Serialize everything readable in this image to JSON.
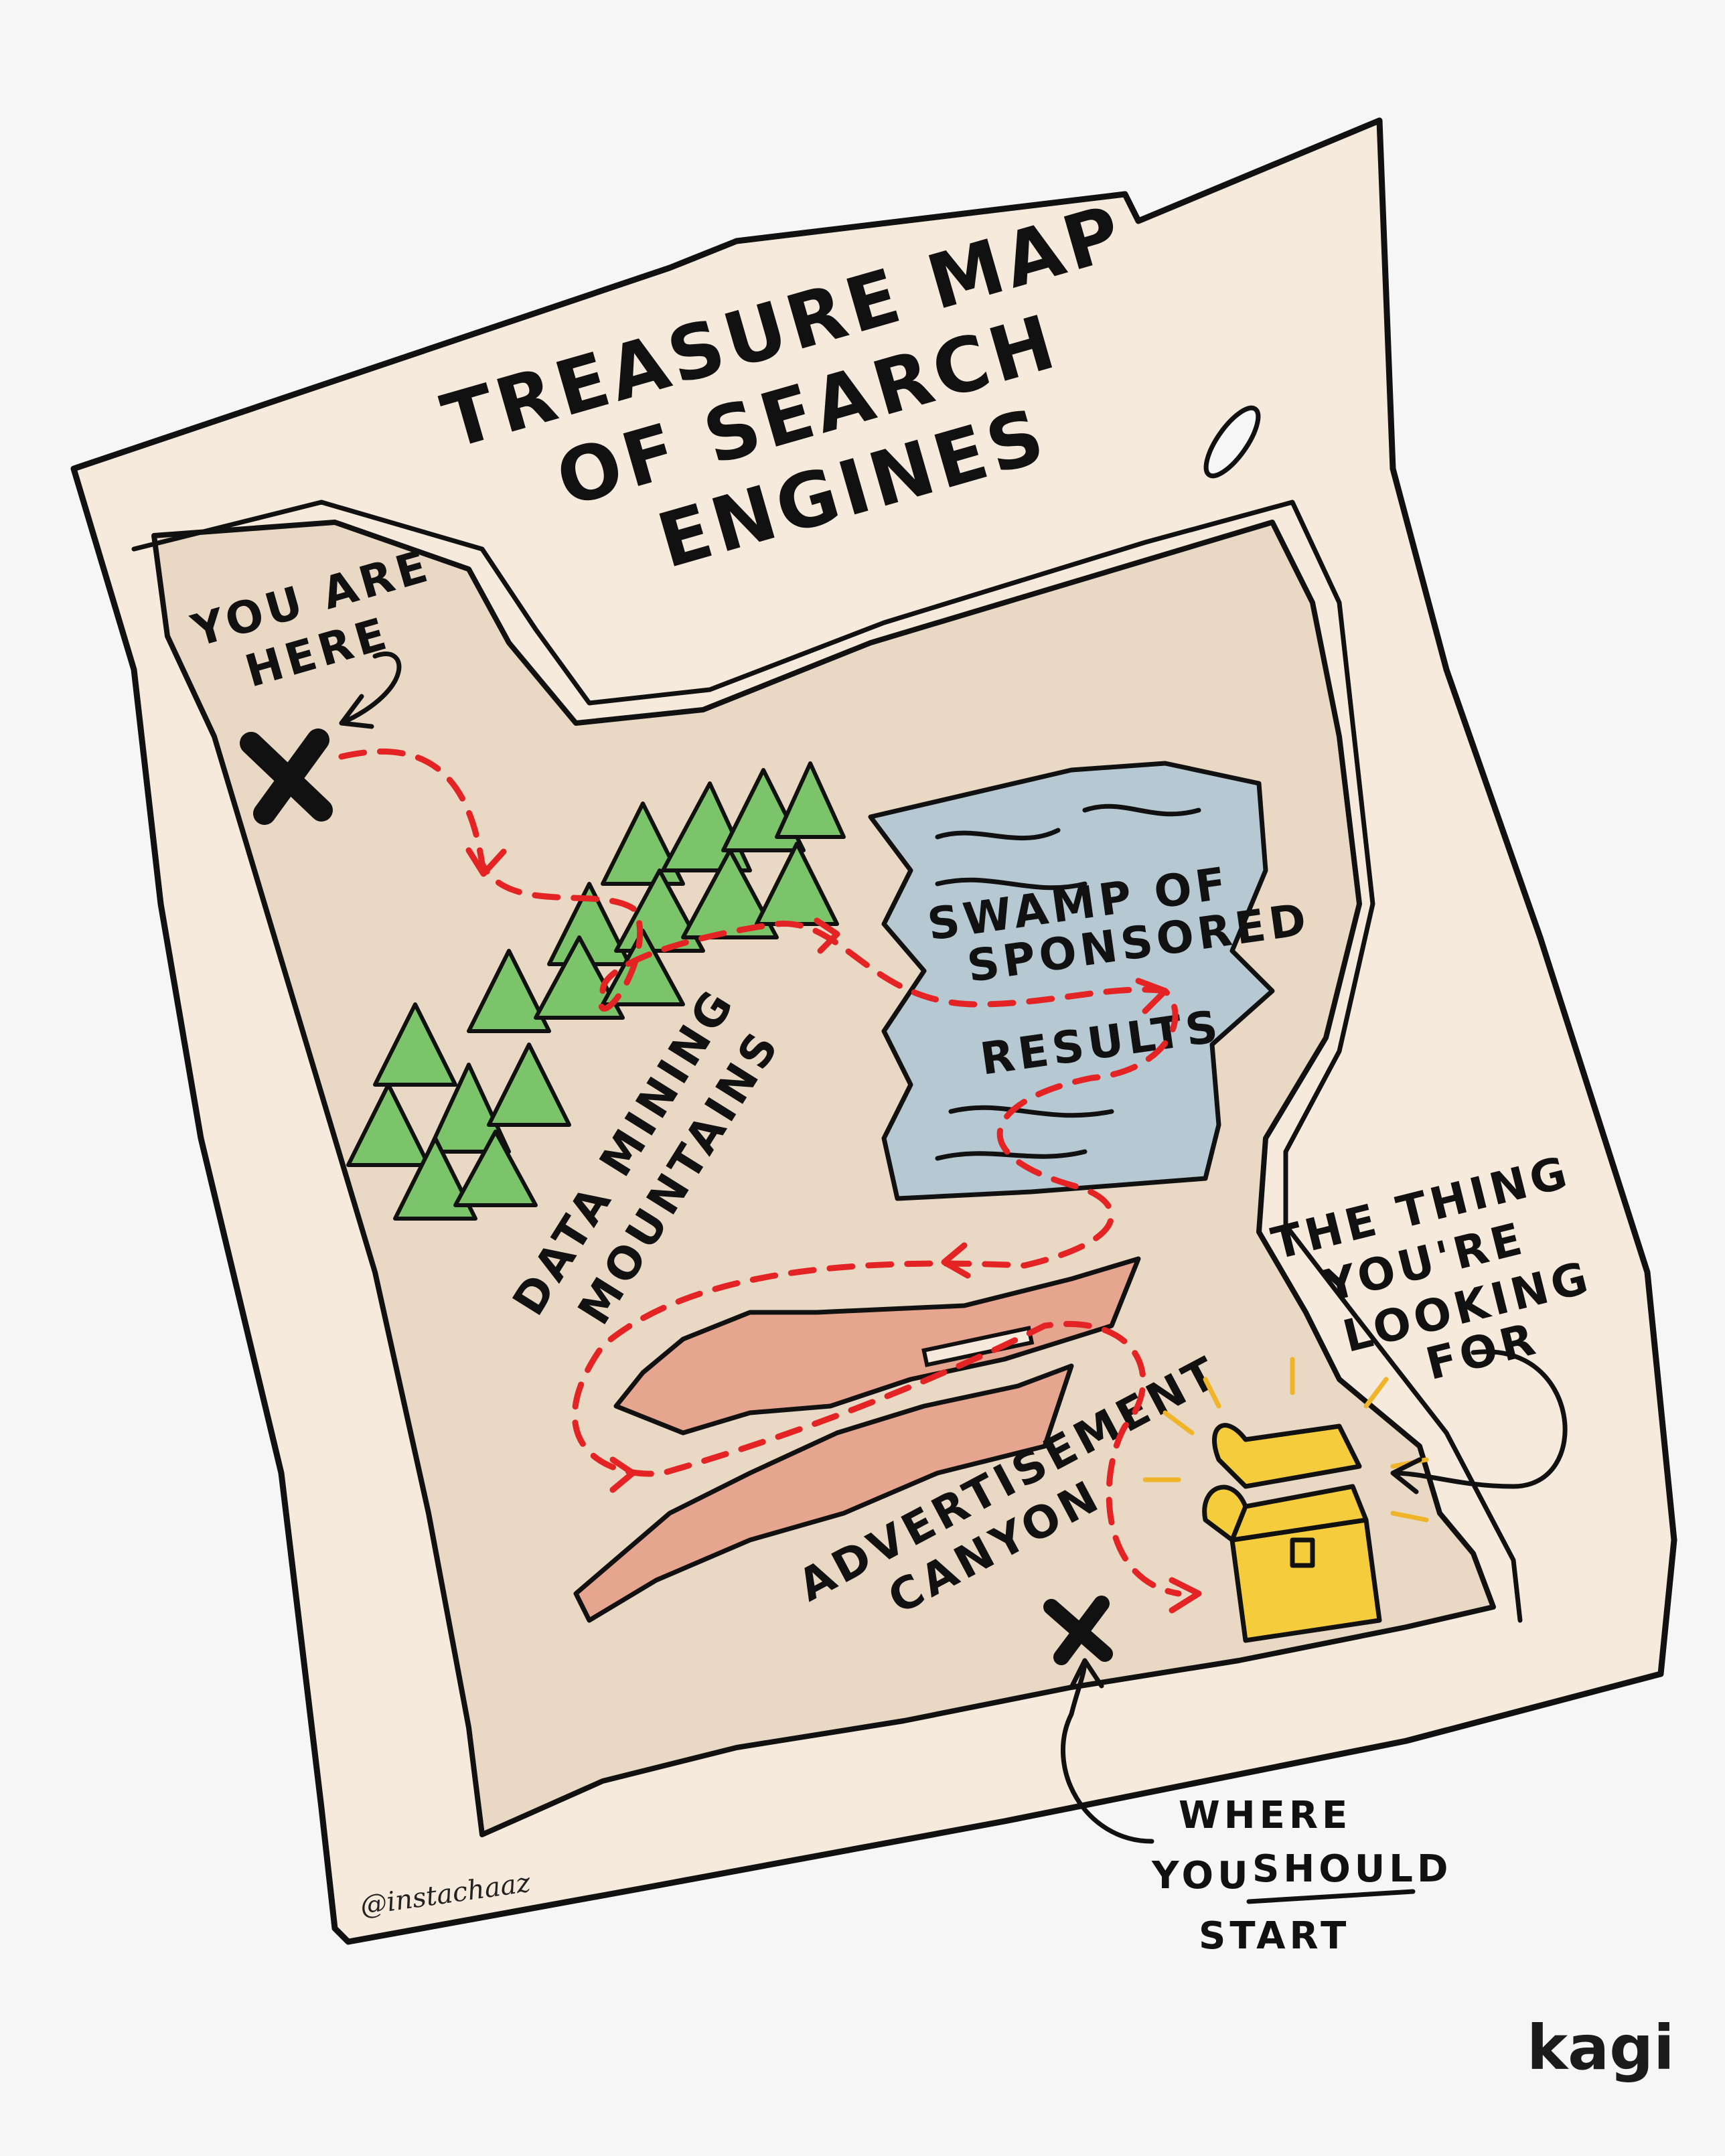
{
  "map": {
    "title_line1": "TREASURE MAP",
    "title_line2": "OF SEARCH",
    "title_line3": "ENGINES"
  },
  "labels": {
    "you_are_here_line1": "YOU ARE",
    "you_are_here_line2": "HERE",
    "mountains_line1": "DATA MINING",
    "mountains_line2": "MOUNTAINS",
    "swamp_line1": "SWAMP OF",
    "swamp_line2": "SPONSORED",
    "swamp_line3": "RESULTS",
    "canyon_line1": "ADVERTISEMENT",
    "canyon_line2": "CANYON",
    "treasure_line1": "THE THING",
    "treasure_line2": "YOU'RE",
    "treasure_line3": "LOOKING",
    "treasure_line4": "FOR",
    "start_line1": "WHERE",
    "start_line2_prefix": "YOU",
    "start_line2_emphasis": "SHOULD",
    "start_line3": "START"
  },
  "credit": "@instachaaz",
  "brand": "kagi",
  "colors": {
    "background": "#f6f6f6",
    "parchment": "#f5eadc",
    "land": "#e8d8c4",
    "mountain_green": "#7cc46a",
    "swamp_blue": "#b6c8d2",
    "canyon_salmon": "#e6a58e",
    "trail_red": "#e42424",
    "treasure_gold": "#f4cc3c"
  },
  "icons": [
    "x-mark-icon",
    "x-mark-icon",
    "treasure-chest-icon",
    "mountain-icon",
    "swamp-icon",
    "canyon-icon",
    "bridge-icon"
  ]
}
